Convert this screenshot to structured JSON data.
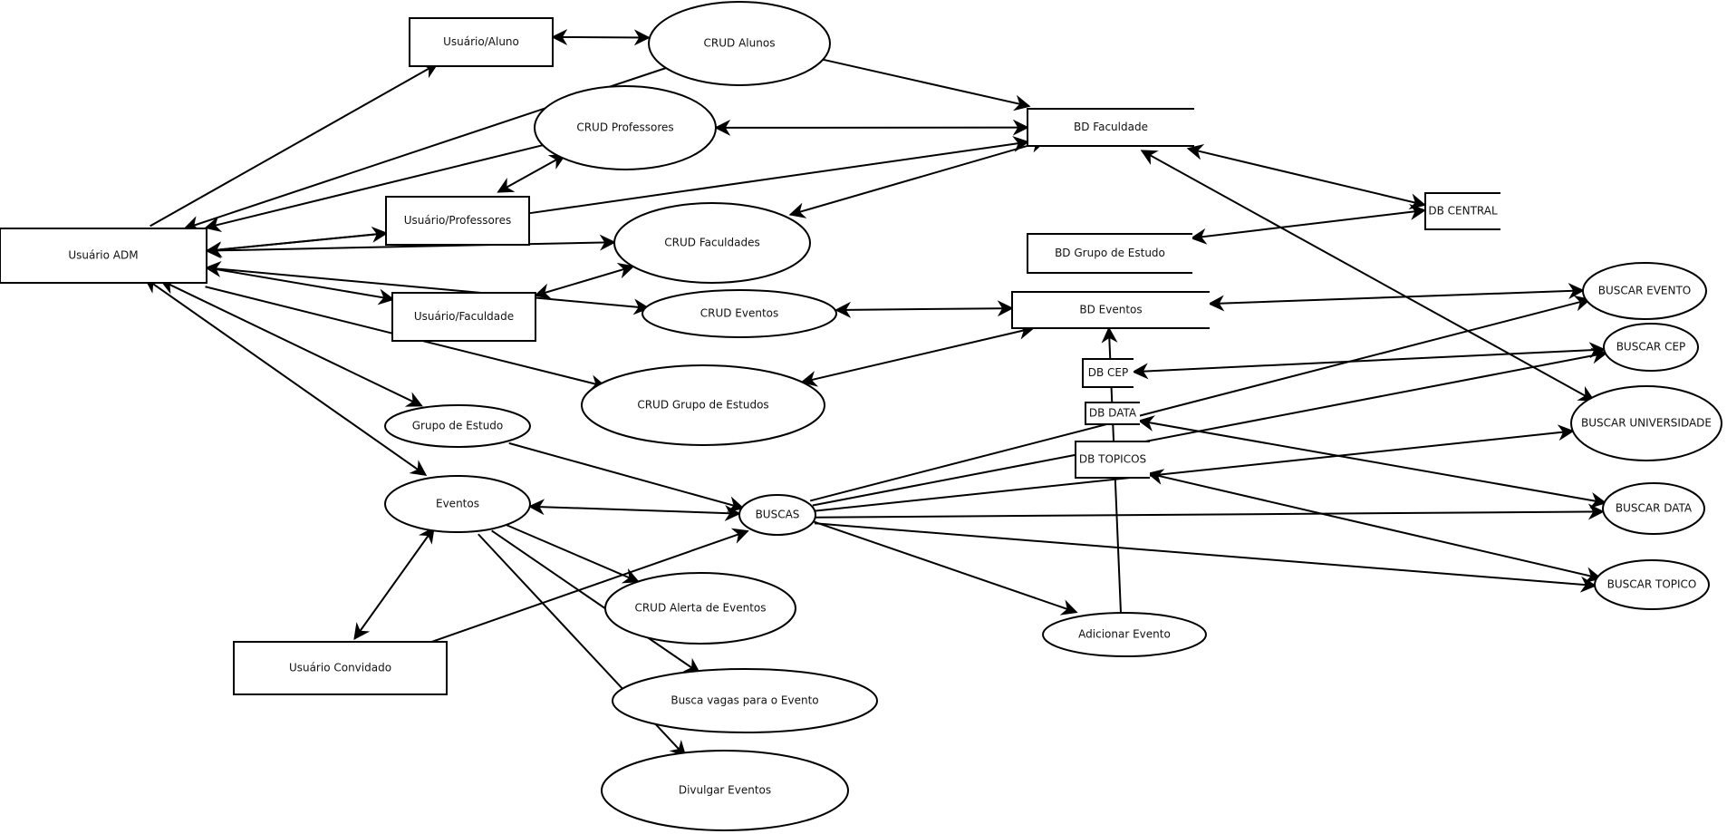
{
  "diagram": {
    "type": "data-flow / use-case diagram",
    "colors": {
      "stroke": "#000000",
      "background": "#ffffff",
      "text": "#111111"
    },
    "actors": [
      {
        "id": "adm",
        "label": "Usuário ADM",
        "shape": "rect"
      },
      {
        "id": "aluno",
        "label": "Usuário/Aluno",
        "shape": "rect"
      },
      {
        "id": "prof",
        "label": "Usuário/Professores",
        "shape": "rect"
      },
      {
        "id": "facul",
        "label": "Usuário/Faculdade",
        "shape": "rect"
      },
      {
        "id": "convidado",
        "label": "Usuário Convidado",
        "shape": "rect"
      }
    ],
    "processes": [
      {
        "id": "crud_alunos",
        "label": "CRUD Alunos",
        "shape": "ellipse"
      },
      {
        "id": "crud_prof",
        "label": "CRUD Professores",
        "shape": "ellipse"
      },
      {
        "id": "crud_facul",
        "label": "CRUD Faculdades",
        "shape": "ellipse"
      },
      {
        "id": "crud_eventos",
        "label": "CRUD Eventos",
        "shape": "ellipse"
      },
      {
        "id": "crud_grupo",
        "label": "CRUD Grupo de Estudos",
        "shape": "ellipse"
      },
      {
        "id": "grupo",
        "label": "Grupo de Estudo",
        "shape": "ellipse"
      },
      {
        "id": "eventos",
        "label": "Eventos",
        "shape": "ellipse"
      },
      {
        "id": "buscas",
        "label": "BUSCAS",
        "shape": "ellipse"
      },
      {
        "id": "crud_alerta",
        "label": "CRUD Alerta de Eventos",
        "shape": "ellipse"
      },
      {
        "id": "busca_vagas",
        "label": "Busca vagas para o Evento",
        "shape": "ellipse"
      },
      {
        "id": "divulgar",
        "label": "Divulgar Eventos",
        "shape": "ellipse"
      },
      {
        "id": "adicionar",
        "label": "Adicionar Evento",
        "shape": "ellipse"
      },
      {
        "id": "b_evento",
        "label": "BUSCAR EVENTO",
        "shape": "ellipse"
      },
      {
        "id": "b_cep",
        "label": "BUSCAR CEP",
        "shape": "ellipse"
      },
      {
        "id": "b_univ",
        "label": "BUSCAR UNIVERSIDADE",
        "shape": "ellipse"
      },
      {
        "id": "b_data",
        "label": "BUSCAR DATA",
        "shape": "ellipse"
      },
      {
        "id": "b_topico",
        "label": "BUSCAR TOPICO",
        "shape": "ellipse"
      }
    ],
    "datastores": [
      {
        "id": "bd_facul",
        "label": "BD Faculdade",
        "shape": "open-rect"
      },
      {
        "id": "bd_grupo",
        "label": "BD Grupo de Estudo",
        "shape": "open-rect"
      },
      {
        "id": "bd_eventos",
        "label": "BD Eventos",
        "shape": "open-rect"
      },
      {
        "id": "db_cep",
        "label": "DB CEP",
        "shape": "open-rect"
      },
      {
        "id": "db_data",
        "label": "DB DATA",
        "shape": "open-rect"
      },
      {
        "id": "db_topicos",
        "label": "DB TOPICOS",
        "shape": "open-rect"
      },
      {
        "id": "db_central",
        "label": "DB CENTRAL",
        "shape": "open-rect"
      }
    ],
    "edges": [
      {
        "from": "aluno",
        "to": "crud_alunos",
        "dir": "both"
      },
      {
        "from": "crud_alunos",
        "to": "bd_facul",
        "dir": "forward"
      },
      {
        "from": "crud_prof",
        "to": "bd_facul",
        "dir": "both"
      },
      {
        "from": "prof",
        "to": "bd_facul",
        "dir": "forward"
      },
      {
        "from": "bd_facul",
        "to": "crud_facul",
        "dir": "both"
      },
      {
        "from": "prof",
        "to": "crud_prof",
        "dir": "both"
      },
      {
        "from": "adm",
        "to": "aluno",
        "dir": "forward"
      },
      {
        "from": "crud_alunos",
        "to": "adm",
        "dir": "forward"
      },
      {
        "from": "crud_prof",
        "to": "adm",
        "dir": "forward"
      },
      {
        "from": "adm",
        "to": "prof",
        "dir": "forward"
      },
      {
        "from": "prof",
        "to": "adm",
        "dir": "forward"
      },
      {
        "from": "adm",
        "to": "crud_facul",
        "dir": "both"
      },
      {
        "from": "facul",
        "to": "crud_facul",
        "dir": "both"
      },
      {
        "from": "adm",
        "to": "crud_eventos",
        "dir": "both"
      },
      {
        "from": "adm",
        "to": "crud_grupo",
        "dir": "forward"
      },
      {
        "from": "adm",
        "to": "facul",
        "dir": "forward"
      },
      {
        "from": "crud_eventos",
        "to": "bd_eventos",
        "dir": "both"
      },
      {
        "from": "crud_grupo",
        "to": "bd_eventos",
        "dir": "both"
      },
      {
        "from": "bd_facul",
        "to": "db_central",
        "dir": "both"
      },
      {
        "from": "bd_facul",
        "to": "b_univ",
        "dir": "both"
      },
      {
        "from": "bd_grupo",
        "to": "db_central",
        "dir": "both"
      },
      {
        "from": "bd_eventos",
        "to": "b_evento",
        "dir": "both"
      },
      {
        "from": "db_cep",
        "to": "b_cep",
        "dir": "both"
      },
      {
        "from": "db_data",
        "to": "b_data",
        "dir": "both"
      },
      {
        "from": "db_topicos",
        "to": "b_topico",
        "dir": "both"
      },
      {
        "from": "buscas",
        "to": "b_evento",
        "dir": "forward"
      },
      {
        "from": "buscas",
        "to": "b_cep",
        "dir": "forward"
      },
      {
        "from": "buscas",
        "to": "b_univ",
        "dir": "forward"
      },
      {
        "from": "buscas",
        "to": "b_data",
        "dir": "forward"
      },
      {
        "from": "buscas",
        "to": "b_topico",
        "dir": "forward"
      },
      {
        "from": "buscas",
        "to": "adicionar",
        "dir": "forward"
      },
      {
        "from": "adicionar",
        "to": "bd_eventos",
        "dir": "forward"
      },
      {
        "from": "eventos",
        "to": "buscas",
        "dir": "both"
      },
      {
        "from": "grupo",
        "to": "buscas",
        "dir": "forward"
      },
      {
        "from": "convidado",
        "to": "buscas",
        "dir": "forward"
      },
      {
        "from": "adm",
        "to": "eventos",
        "dir": "both"
      },
      {
        "from": "adm",
        "to": "grupo",
        "dir": "both"
      },
      {
        "from": "eventos",
        "to": "crud_alerta",
        "dir": "forward"
      },
      {
        "from": "eventos",
        "to": "busca_vagas",
        "dir": "forward"
      },
      {
        "from": "eventos",
        "to": "divulgar",
        "dir": "forward"
      },
      {
        "from": "convidado",
        "to": "eventos",
        "dir": "both"
      }
    ]
  }
}
